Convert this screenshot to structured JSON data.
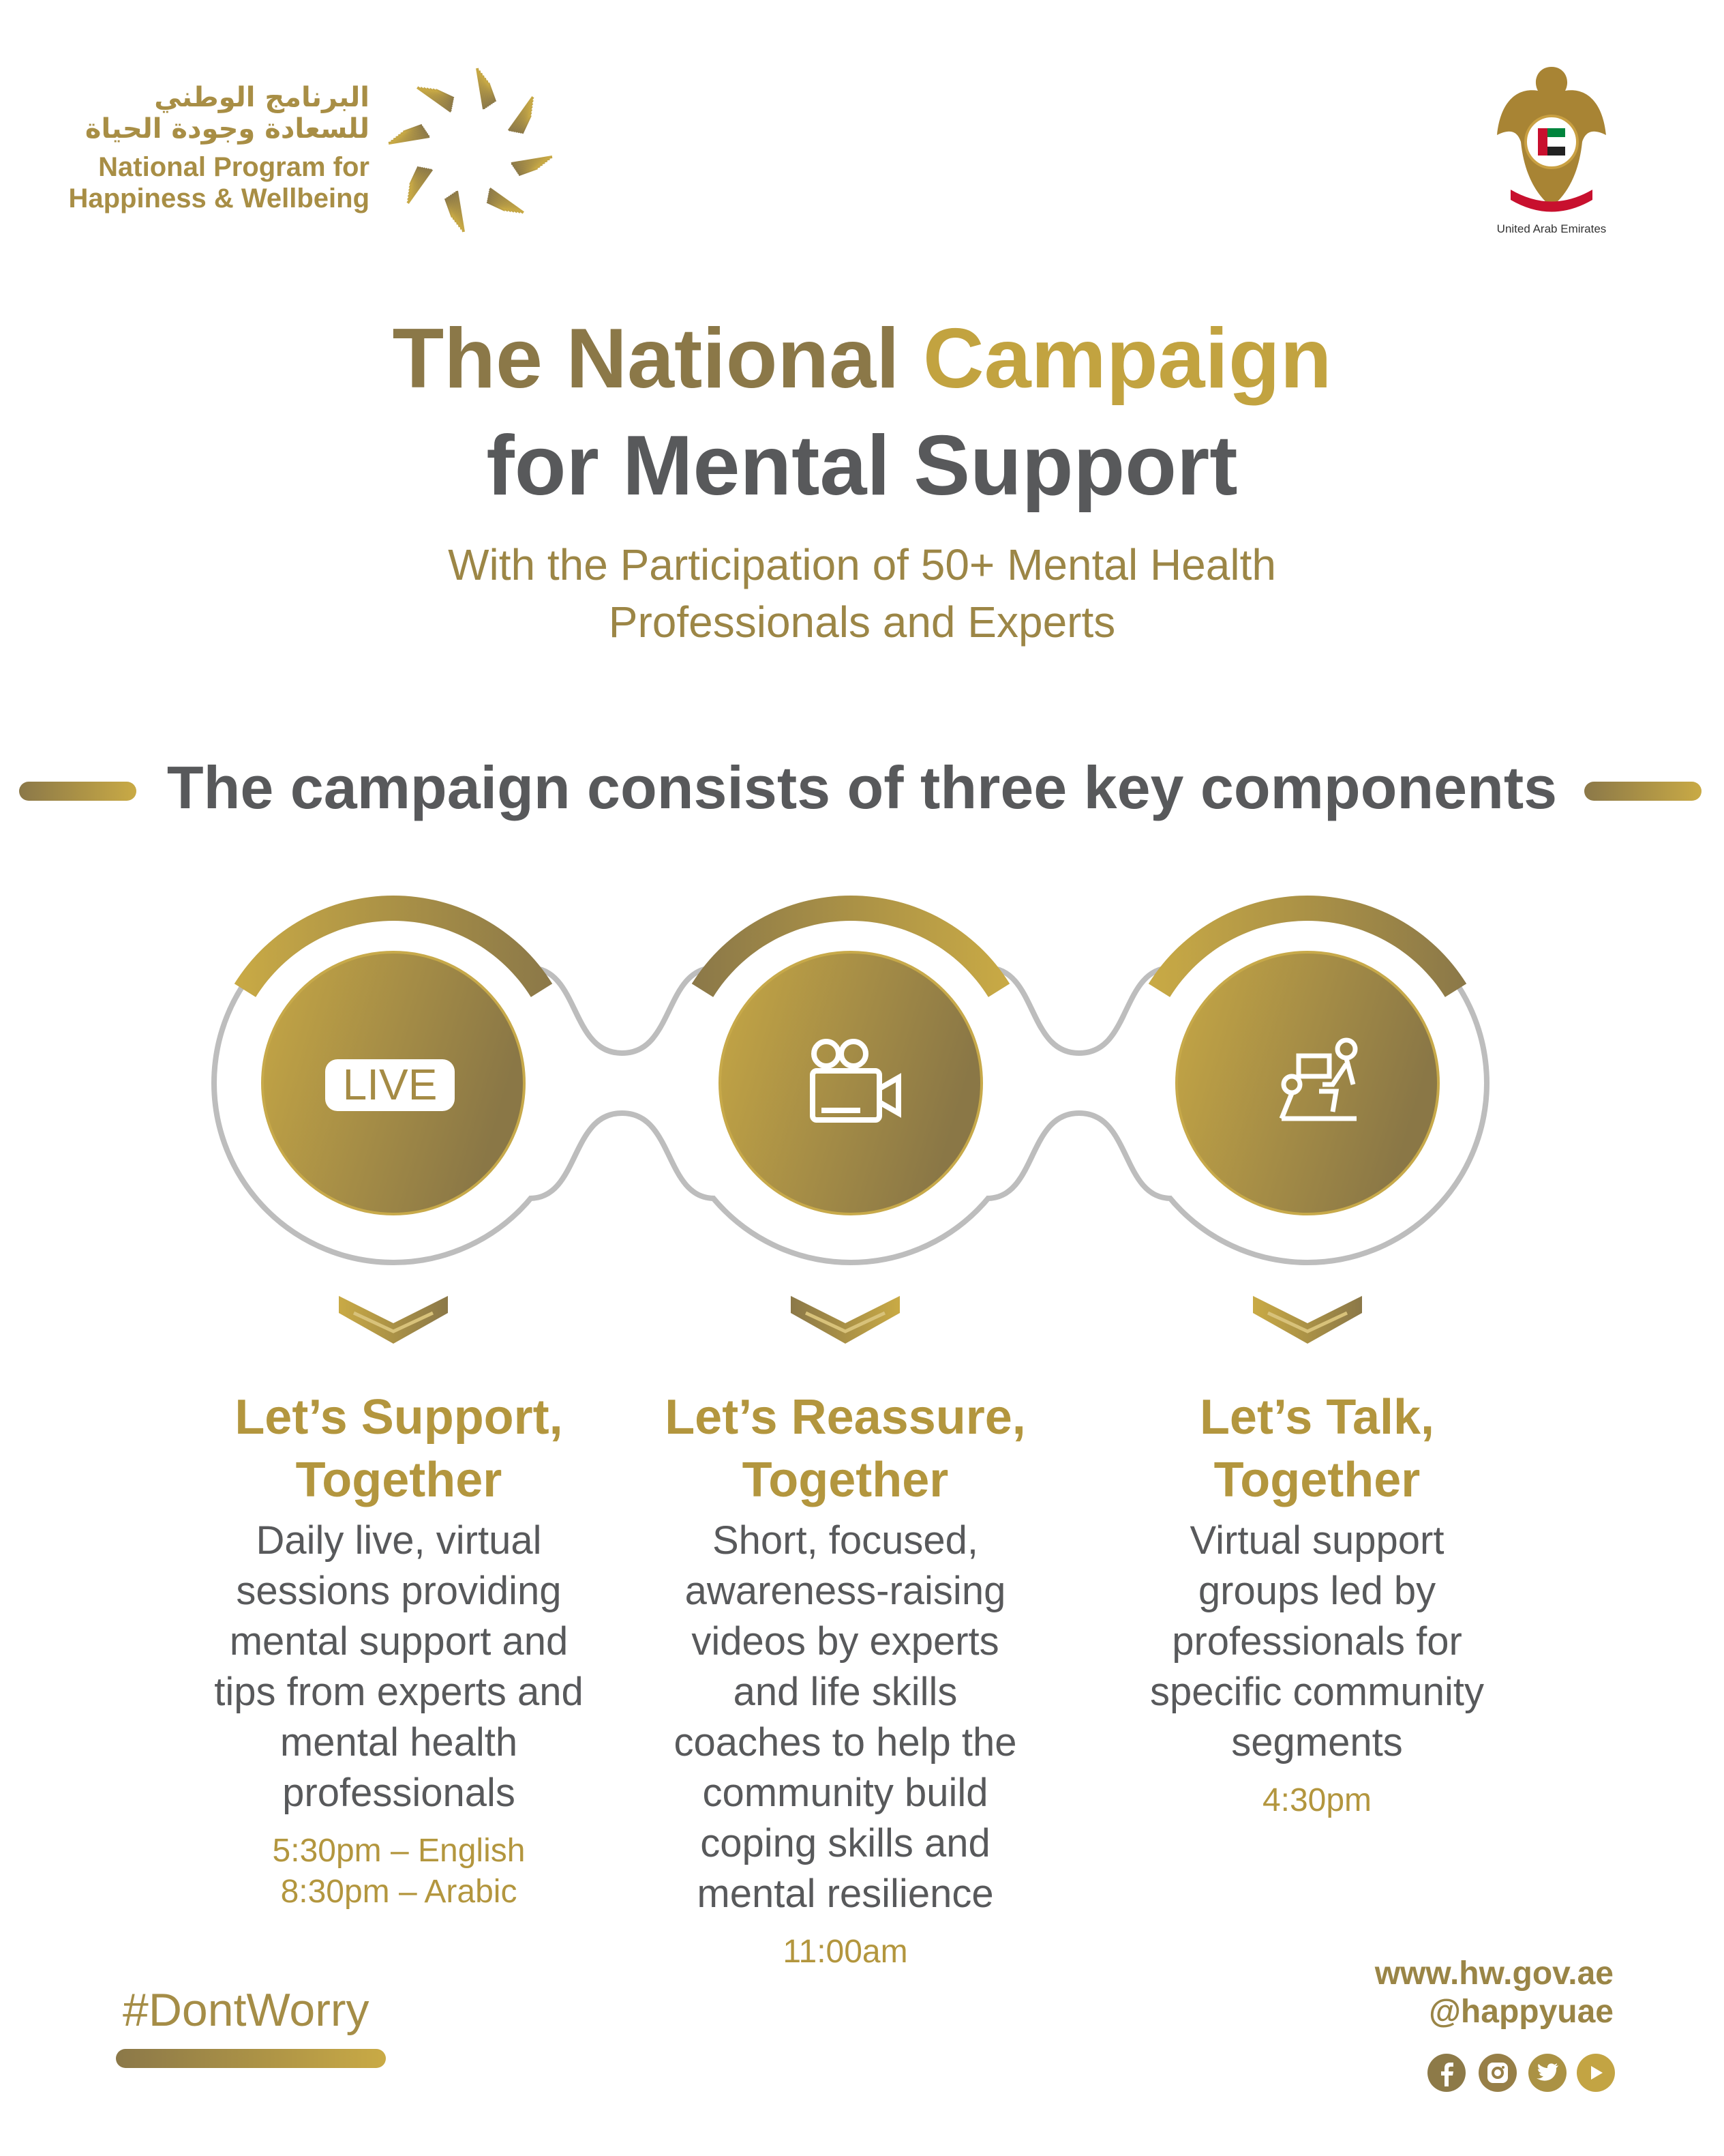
{
  "header": {
    "logo_arabic_line1": "البرنامج الوطني",
    "logo_arabic_line2": "للسعادة وجودة الحياة",
    "logo_english_line1": "National Program for",
    "logo_english_line2": "Happiness & Wellbeing",
    "emblem_caption": "United Arab Emirates"
  },
  "title": {
    "line1_part1": "The National ",
    "line1_part2": "Campaign",
    "line2": "for Mental Support",
    "subtitle_line1": "With the Participation of 50+ Mental Health",
    "subtitle_line2": "Professionals and Experts"
  },
  "section_heading": "The campaign consists of three key components",
  "components": [
    {
      "icon": "live-icon",
      "icon_label": "LIVE",
      "heading_line1": "Let’s Support,",
      "heading_line2": "Together",
      "body": [
        "Daily live, virtual",
        "sessions providing",
        "mental support and",
        "tips from experts and",
        "mental health",
        "professionals"
      ],
      "times": [
        "5:30pm – English",
        "8:30pm – Arabic"
      ]
    },
    {
      "icon": "video-camera-icon",
      "heading_line1": "Let’s Reassure,",
      "heading_line2": "Together",
      "body": [
        "Short, focused,",
        "awareness-raising",
        "videos by experts",
        "and life skills",
        "coaches to help the",
        "community build",
        "coping skills and",
        "mental resilience"
      ],
      "times": [
        "11:00am"
      ]
    },
    {
      "icon": "support-group-icon",
      "heading_line1": "Let’s Talk,",
      "heading_line2": "Together",
      "body": [
        "Virtual support",
        "groups led by",
        "professionals for",
        "specific community",
        "segments"
      ],
      "times": [
        "4:30pm"
      ]
    }
  ],
  "footer": {
    "hashtag": "#DontWorry",
    "website": "www.hw.gov.ae",
    "handle": "@happyuae",
    "social": [
      "facebook-icon",
      "instagram-icon",
      "twitter-icon",
      "youtube-icon"
    ]
  },
  "colors": {
    "gold": "#c2a340",
    "dark_gold": "#8b7848",
    "gray_text": "#58595b",
    "outline": "#bdbdbd"
  }
}
